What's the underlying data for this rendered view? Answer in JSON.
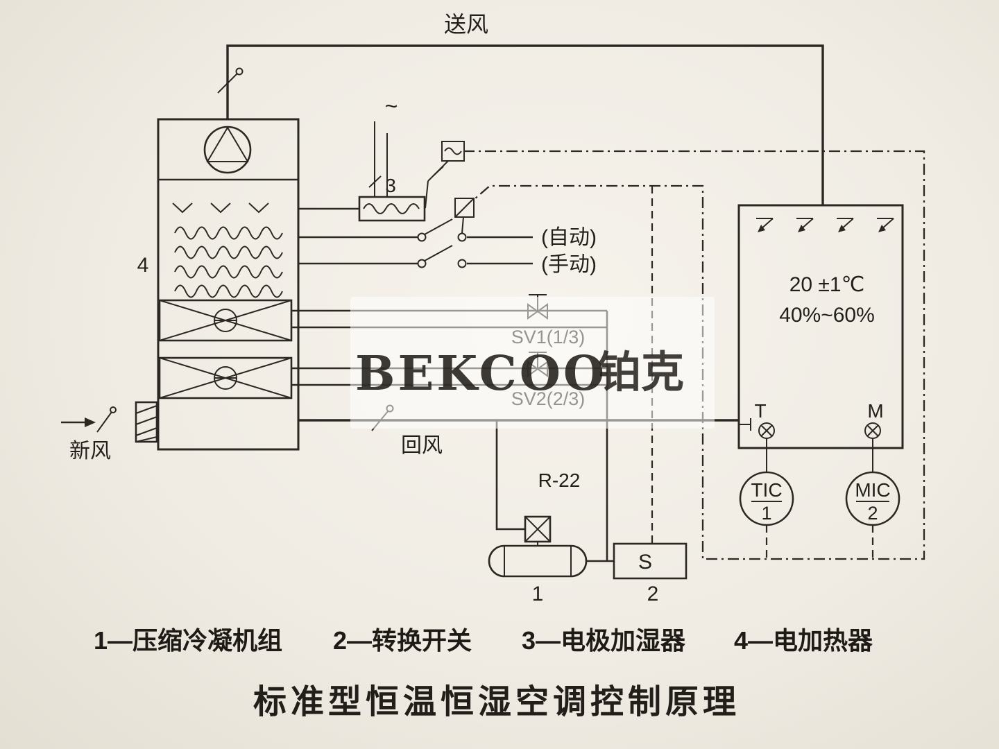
{
  "page": {
    "title": "标准型恒温恒湿空调控制原理",
    "title_color": "#bf3a2b",
    "ink_color": "#2b2823",
    "paper_color": "#f0ece4"
  },
  "watermark": {
    "brand_latin": "BEKCOO",
    "brand_cjk": "铂克",
    "color": "#3c5ea7"
  },
  "legend": {
    "items": [
      {
        "label": "1—压缩冷凝机组"
      },
      {
        "label": "2—转换开关"
      },
      {
        "label": "3—电极加湿器"
      },
      {
        "label": "4—电加热器"
      }
    ]
  },
  "labels": {
    "supply_air": "送风",
    "fresh_air": "新风",
    "return_air": "回风",
    "auto_mode": "(自动)",
    "manual_mode": "(手动)",
    "valve1": "SV1(1/3)",
    "valve2": "SV2(2/3)",
    "refrigerant": "R-22",
    "compressor_no": "1",
    "selector_box": "S",
    "selector_no": "2",
    "humidifier_no": "3",
    "heater_no": "4",
    "steam_ac": "~",
    "room_temp": "20 ±1℃",
    "room_humidity": "40%~60%",
    "sensor_temp": "T",
    "sensor_moist": "M",
    "controller_temp": "TIC",
    "controller_temp_no": "1",
    "controller_moist": "MIC",
    "controller_moist_no": "2"
  }
}
